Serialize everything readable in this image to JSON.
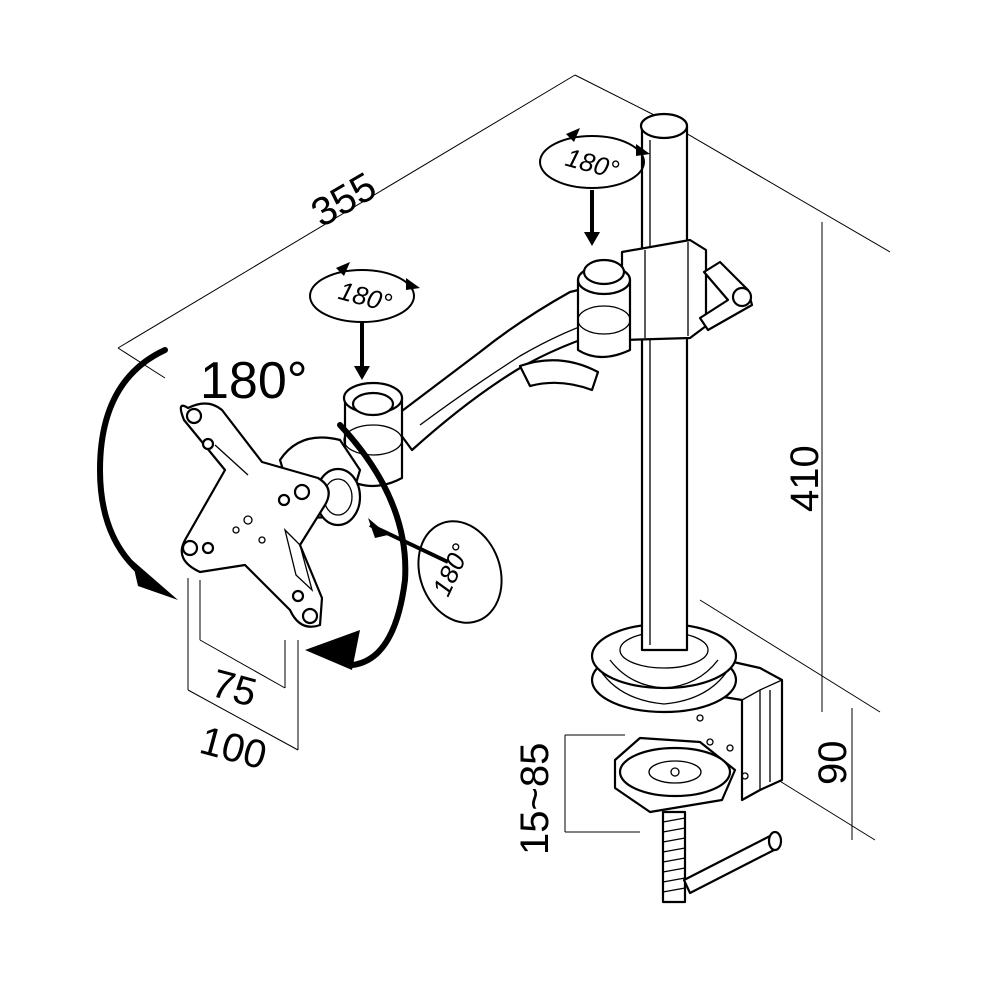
{
  "dimensions": {
    "arm_length": "355",
    "pole_height": "410",
    "vesa_small": "75",
    "vesa_large": "100",
    "clamp_height": "90",
    "desk_thickness": "15~85"
  },
  "rotations": {
    "panel_rotation": "180°",
    "tilt_rotation": "180°",
    "elbow_swivel": "180°",
    "shoulder_swivel": "180°"
  }
}
